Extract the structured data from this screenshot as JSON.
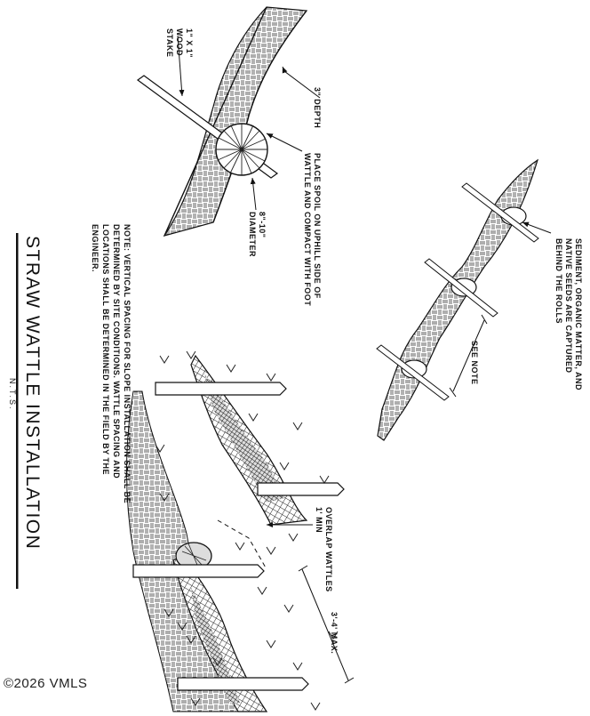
{
  "title": "STRAW WATTLE INSTALLATION",
  "scale_note": "N.T.S.",
  "detail_labels": {
    "stake": [
      "1\" X 1\"",
      "WOOD",
      "STAKE"
    ],
    "depth": "3\" DEPTH",
    "spoil": [
      "PLACE SPOIL ON UPHILL SIDE OF",
      "WATTLE AND COMPACT WITH FOOT"
    ],
    "diameter": [
      "8\"-10\"",
      "DIAMETER"
    ],
    "sediment": [
      "SEDIMENT, ORGANIC MATTER, AND",
      "NATIVE SEEDS ARE CAPTURED",
      "BEHIND THE ROLLS"
    ],
    "see_note": "SEE NOTE",
    "overlap": [
      "OVERLAP WATTLES",
      "1' MIN"
    ],
    "spacing": "3'-4' MAX."
  },
  "note": [
    "NOTE: VERTICAL SPACING FOR SLOPE INSTALLATION SHALL BE",
    "DETERMINED BY SITE CONDITIONS. WATTLE SPACING AND",
    "LOCATIONS SHALL BE DETERMINED IN THE FIELD BY THE",
    "ENGINEER."
  ],
  "watermark": "©2026 VMLS"
}
